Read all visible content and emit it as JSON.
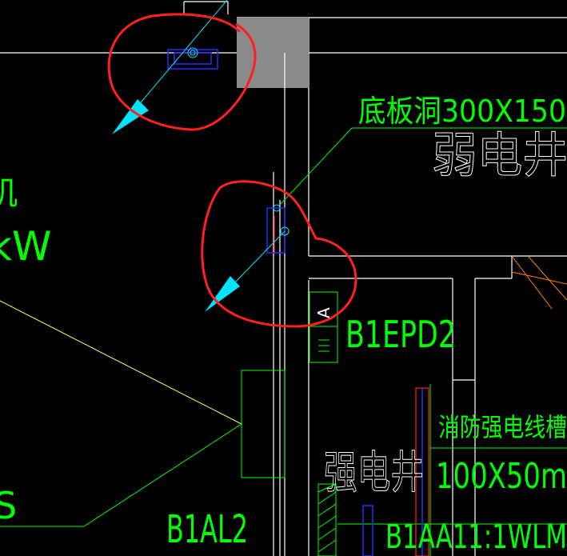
{
  "drawing": {
    "labels": {
      "hole_note": "底板洞300X150",
      "weak_shaft": "弱电井",
      "left_fragment_top": "机",
      "left_fragment_kw": "kW",
      "panel_b1epd2": "B1EPD2",
      "panel_side_a": "A",
      "fire_trunking": "消防强电线槽",
      "trunking_size": "100X50m",
      "strong_shaft": "强电井",
      "panel_b1al2": "B1AL2",
      "left_fragment_s": "S",
      "cable_b1aa11": "B1AA11:1WLM"
    },
    "colors": {
      "background": "#000000",
      "wall_line": "#ffffff",
      "text_green": "#00ff00",
      "leader_line": "#00ff00",
      "annotation_red": "#ff2020",
      "arrow_cyan": "#00e5ff",
      "equipment_blue": "#2a2aff",
      "diagonal_yellow": "#ffff66",
      "shaft_gray": "#8a8a8a",
      "orange_hatch": "#ff7f00"
    }
  }
}
